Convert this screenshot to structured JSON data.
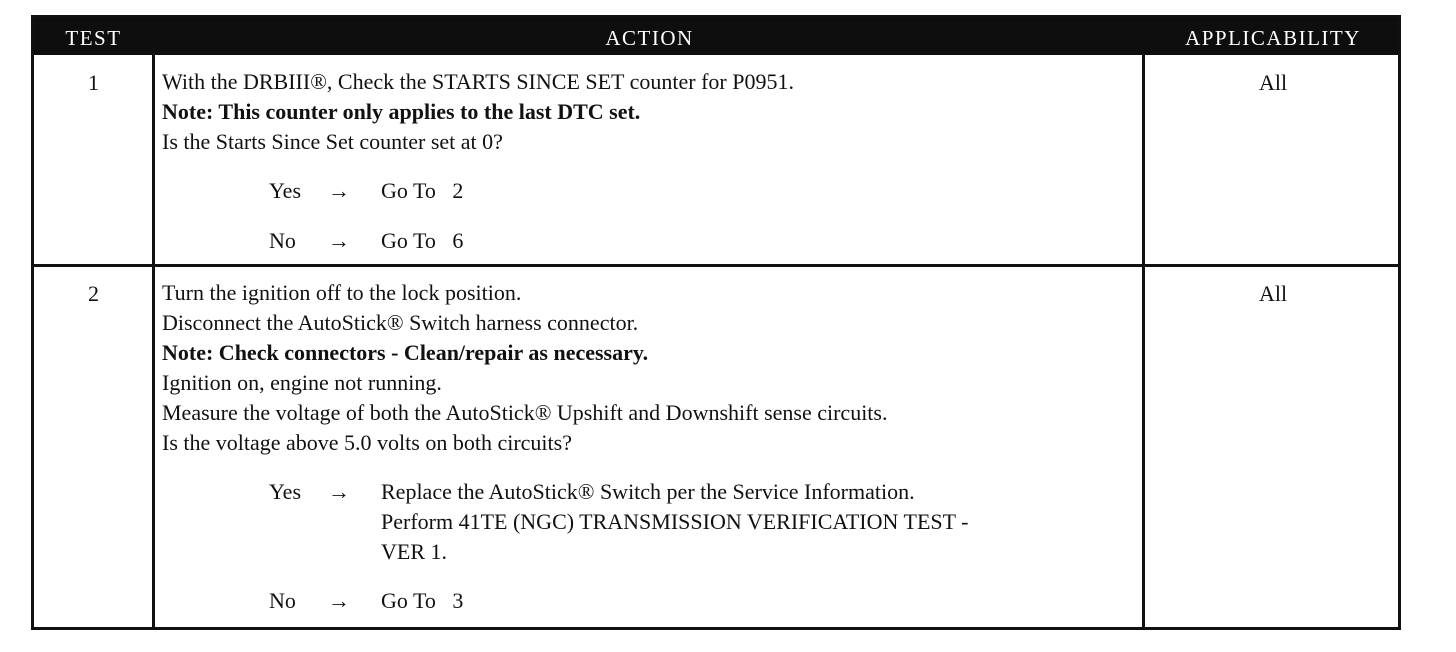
{
  "table": {
    "headers": {
      "test": "TEST",
      "action": "ACTION",
      "applicability": "APPLICABILITY"
    },
    "rows": [
      {
        "test": "1",
        "applicability": "All",
        "lines": [
          "With the DRBIII®, Check the STARTS SINCE SET counter for P0951.",
          "Note: This counter only applies to the last DTC set.",
          "Is the Starts Since Set counter set at 0?"
        ],
        "branches": [
          {
            "answer": "Yes",
            "arrow": "→",
            "result": [
              "Go To   2"
            ]
          },
          {
            "answer": "No",
            "arrow": "→",
            "result": [
              "Go To   6"
            ]
          }
        ]
      },
      {
        "test": "2",
        "applicability": "All",
        "lines": [
          "Turn the ignition off to the lock position.",
          "Disconnect the AutoStick® Switch harness connector.",
          "Note: Check connectors - Clean/repair as necessary.",
          "Ignition on, engine not running.",
          "Measure the voltage of both the AutoStick® Upshift and Downshift sense circuits.",
          "Is the voltage above 5.0 volts on both circuits?"
        ],
        "branches": [
          {
            "answer": "Yes",
            "arrow": "→",
            "result": [
              "Replace the AutoStick® Switch per the Service Information.",
              "Perform 41TE (NGC) TRANSMISSION VERIFICATION TEST -",
              "VER 1."
            ]
          },
          {
            "answer": "No",
            "arrow": "→",
            "result": [
              "Go To   3"
            ]
          }
        ]
      }
    ]
  }
}
